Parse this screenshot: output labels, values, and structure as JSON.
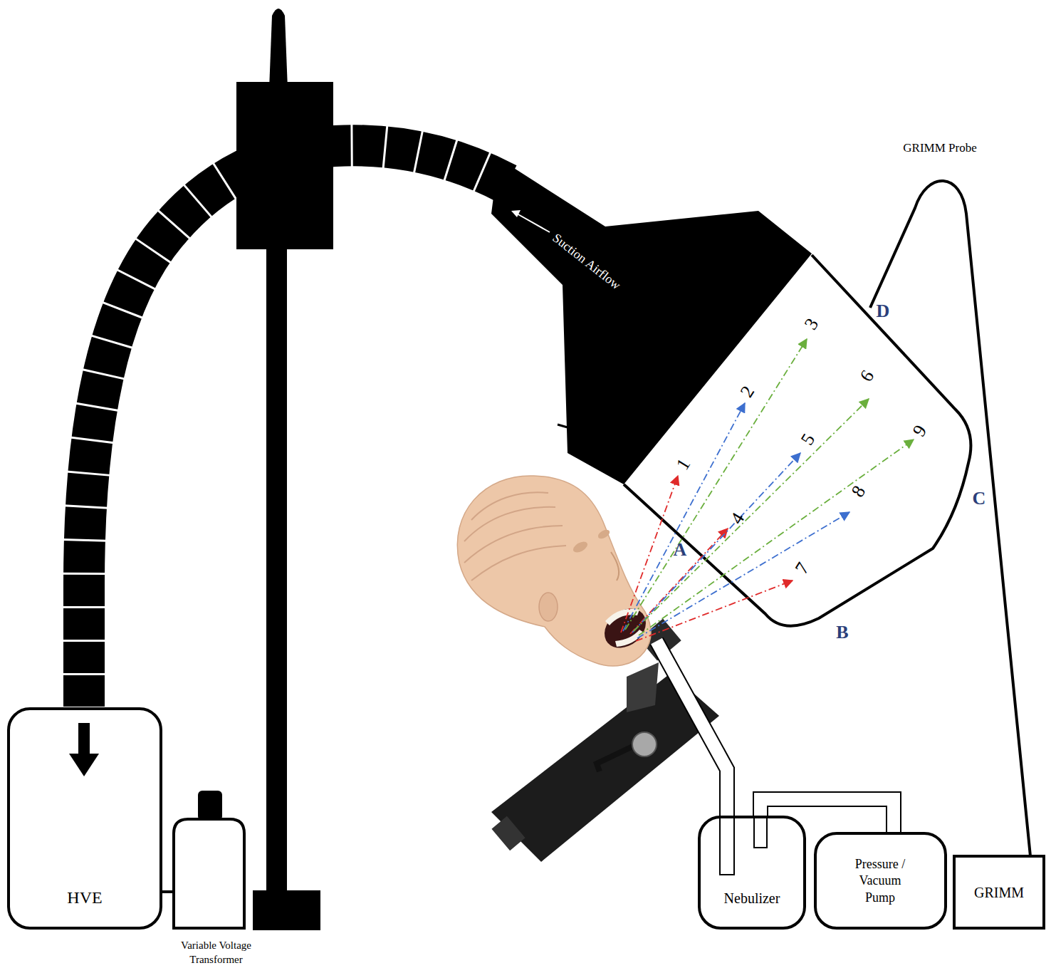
{
  "diagram": {
    "nodes": [
      {
        "text": [
          "HVE"
        ]
      },
      {
        "text": [
          "Variable Voltage Transformer"
        ]
      },
      {
        "text": [
          "Nebulizer"
        ]
      },
      {
        "text": [
          "Pressure / Vacuum Pump"
        ]
      },
      {
        "text": [
          "GRIMM"
        ]
      }
    ],
    "edges": [
      {
        "from": 0,
        "to": 1,
        "arrow": "none"
      },
      {
        "from": 3,
        "to": 2,
        "arrow": "none"
      }
    ],
    "labels": [
      "GRIMM Probe",
      "Suction Airflow",
      "D",
      "3",
      "6",
      "2",
      "9",
      "5",
      "1",
      "8",
      "C",
      "4",
      "A",
      "7",
      "B"
    ]
  }
}
